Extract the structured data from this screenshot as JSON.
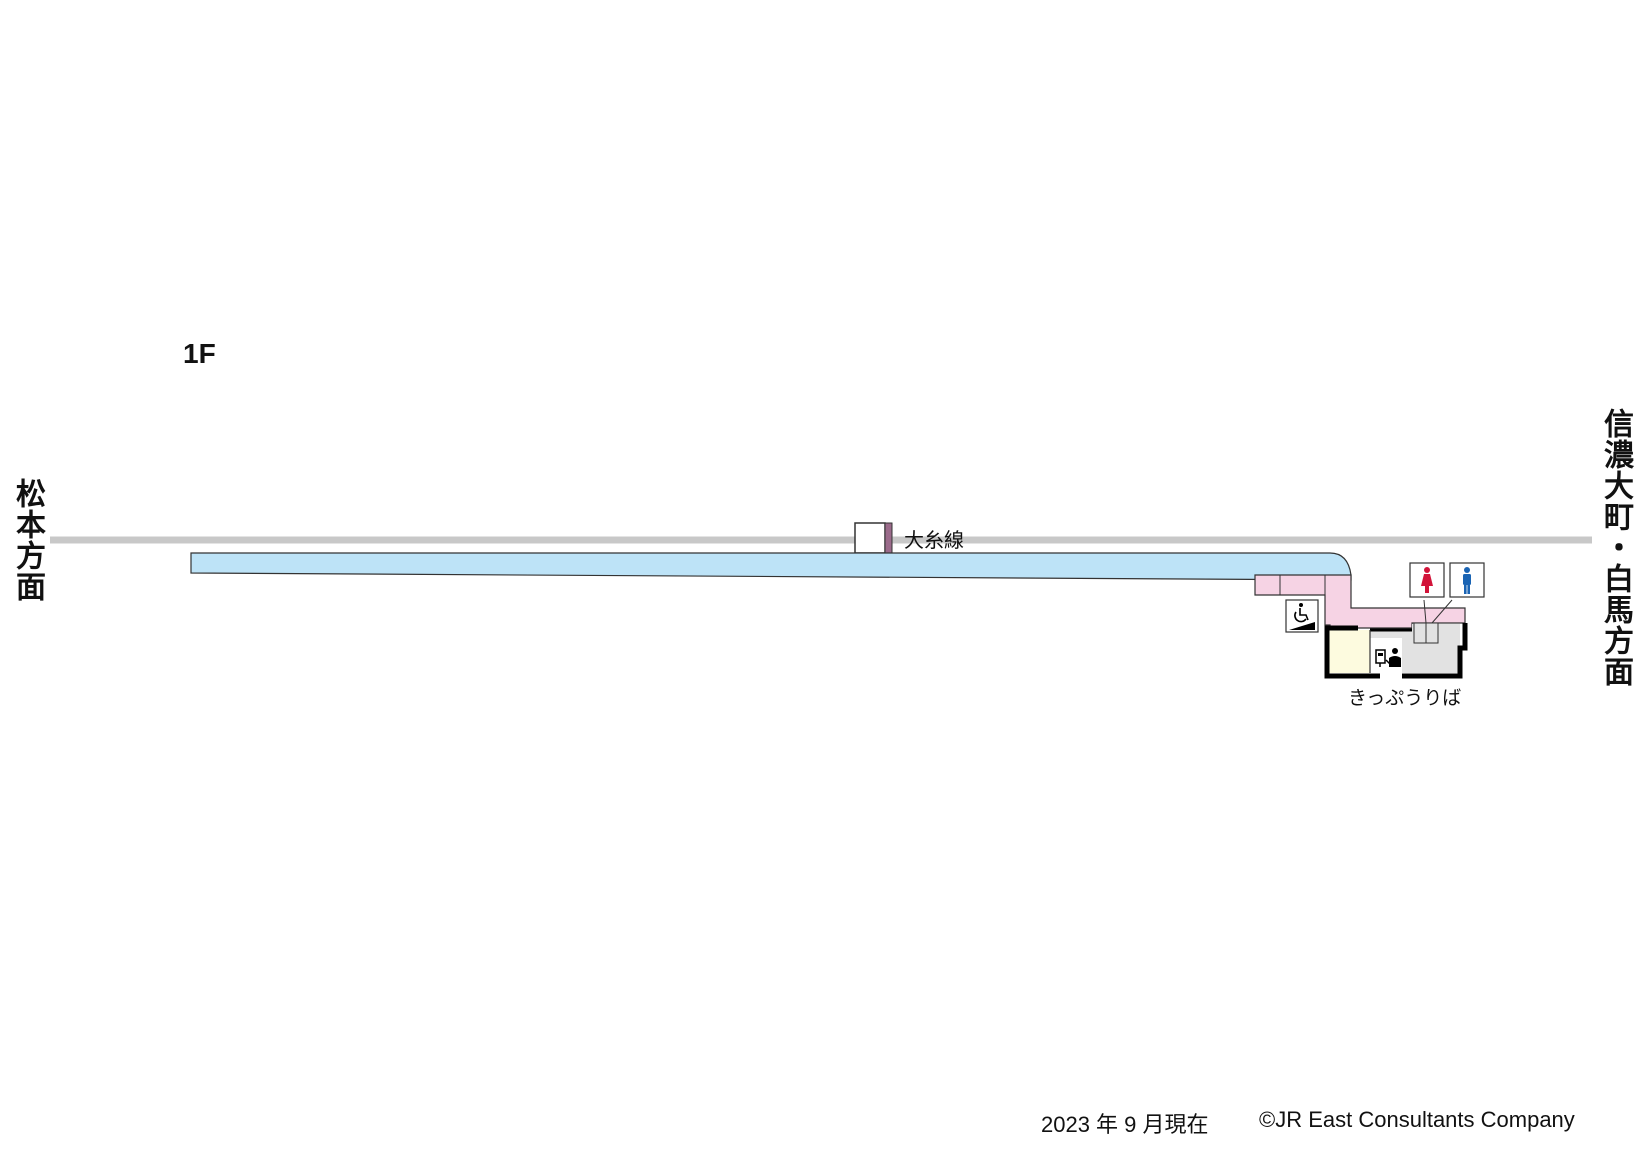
{
  "floor": "1F",
  "direction_left": "松本方面",
  "direction_right": "信濃大町・白馬方面",
  "line_name": "大糸線",
  "ticket_office": "きっぷうりば",
  "footer": {
    "date": "2023 年 9 月現在",
    "copyright": "©JR East Consultants Company"
  },
  "legend_icons": [
    "womens-restroom-icon",
    "mens-restroom-icon",
    "wheelchair-slope-icon",
    "ticket-machine-icon",
    "staff-icon"
  ],
  "colors": {
    "track": "#c8c8c8",
    "platform": "#bde3f7",
    "concourse": "#f6d3e4",
    "waiting_room": "#fdfbdf",
    "facility": "#e2e2e2",
    "line_marker": "#9b6b8b",
    "women": "#d2143a",
    "men": "#1a64b4"
  }
}
